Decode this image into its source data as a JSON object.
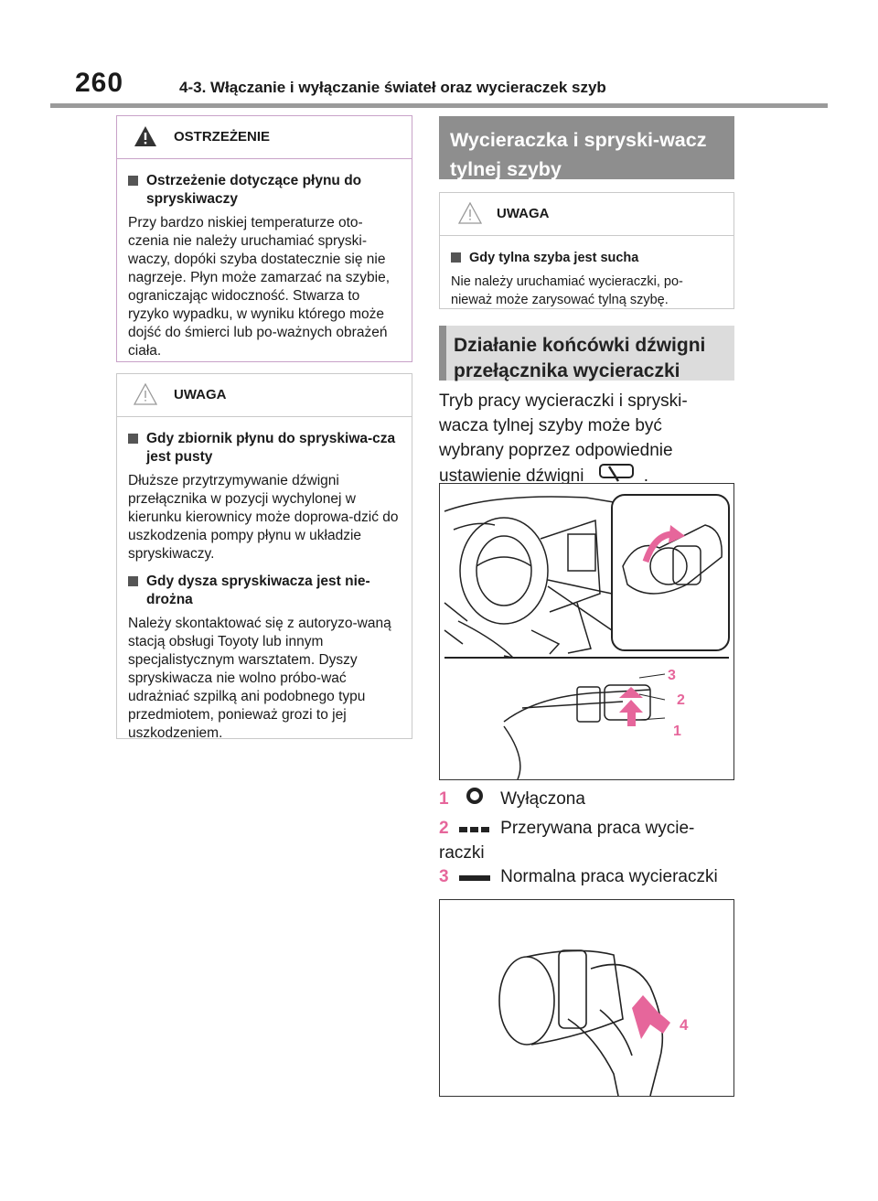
{
  "header": {
    "page_number": "260",
    "chapter": "4-3. Włączanie i wyłączanie świateł oraz wycieraczek szyb"
  },
  "left": {
    "warning": {
      "title": "OSTRZEŻENIE",
      "sub": "Ostrzeżenie dotyczące płynu do spryskiwaczy",
      "text": "Przy bardzo niskiej temperaturze oto-czenia nie należy uruchamiać spryski-waczy, dopóki szyba dostatecznie się nie nagrzeje. Płyn może zamarzać na szybie, ograniczając widoczność. Stwarza to ryzyko wypadku, w wyniku którego może dojść do śmierci lub po-ważnych obrażeń ciała."
    },
    "notice": {
      "title": "UWAGA",
      "sub1": "Gdy zbiornik płynu do spryskiwa-cza jest pusty",
      "text1": "Dłuższe przytrzymywanie dźwigni przełącznika w pozycji wychylonej w kierunku kierownicy może doprowa-dzić do uszkodzenia pompy płynu w układzie spryskiwaczy.",
      "sub2": "Gdy dysza spryskiwacza jest nie-drożna",
      "text2": "Należy skontaktować się z autoryzo-waną stacją obsługi Toyoty lub innym specjalistycznym warsztatem. Dyszy spryskiwacza nie wolno próbo-wać udrażniać szpilką ani podobnego typu przedmiotem, ponieważ grozi to jej uszkodzeniem."
    }
  },
  "right": {
    "section1": "Wycieraczka i spryski-wacz tylnej szyby",
    "notice": {
      "title": "UWAGA",
      "sub": "Gdy tylna szyba jest sucha",
      "text": "Nie należy uruchamiać wycieraczki, po-nieważ może zarysować tylną szybę."
    },
    "section2": "Działanie końcówki dźwigni przełącznika wycieraczki",
    "intro": "Tryb pracy wycieraczki i spryski-wacza tylnej szyby może być wybrany poprzez odpowiednie ustawienie dźwigni",
    "intro_end": ".",
    "figure1_labels": [
      "3",
      "2",
      "1"
    ],
    "items": [
      {
        "num": "1",
        "icon": "off-position-icon",
        "text": "Wyłączona"
      },
      {
        "num": "2",
        "icon": "intermittent-dashes-icon",
        "text": "Przerywana praca wycie-raczki"
      },
      {
        "num": "3",
        "icon": "continuous-bar-icon",
        "text": "Normalna praca wycieraczki"
      }
    ],
    "figure2_label": "4"
  },
  "colors": {
    "accent_pink": "#e6669b",
    "section_gray": "#8e8e8e",
    "warning_border": "#c8a2c8"
  }
}
